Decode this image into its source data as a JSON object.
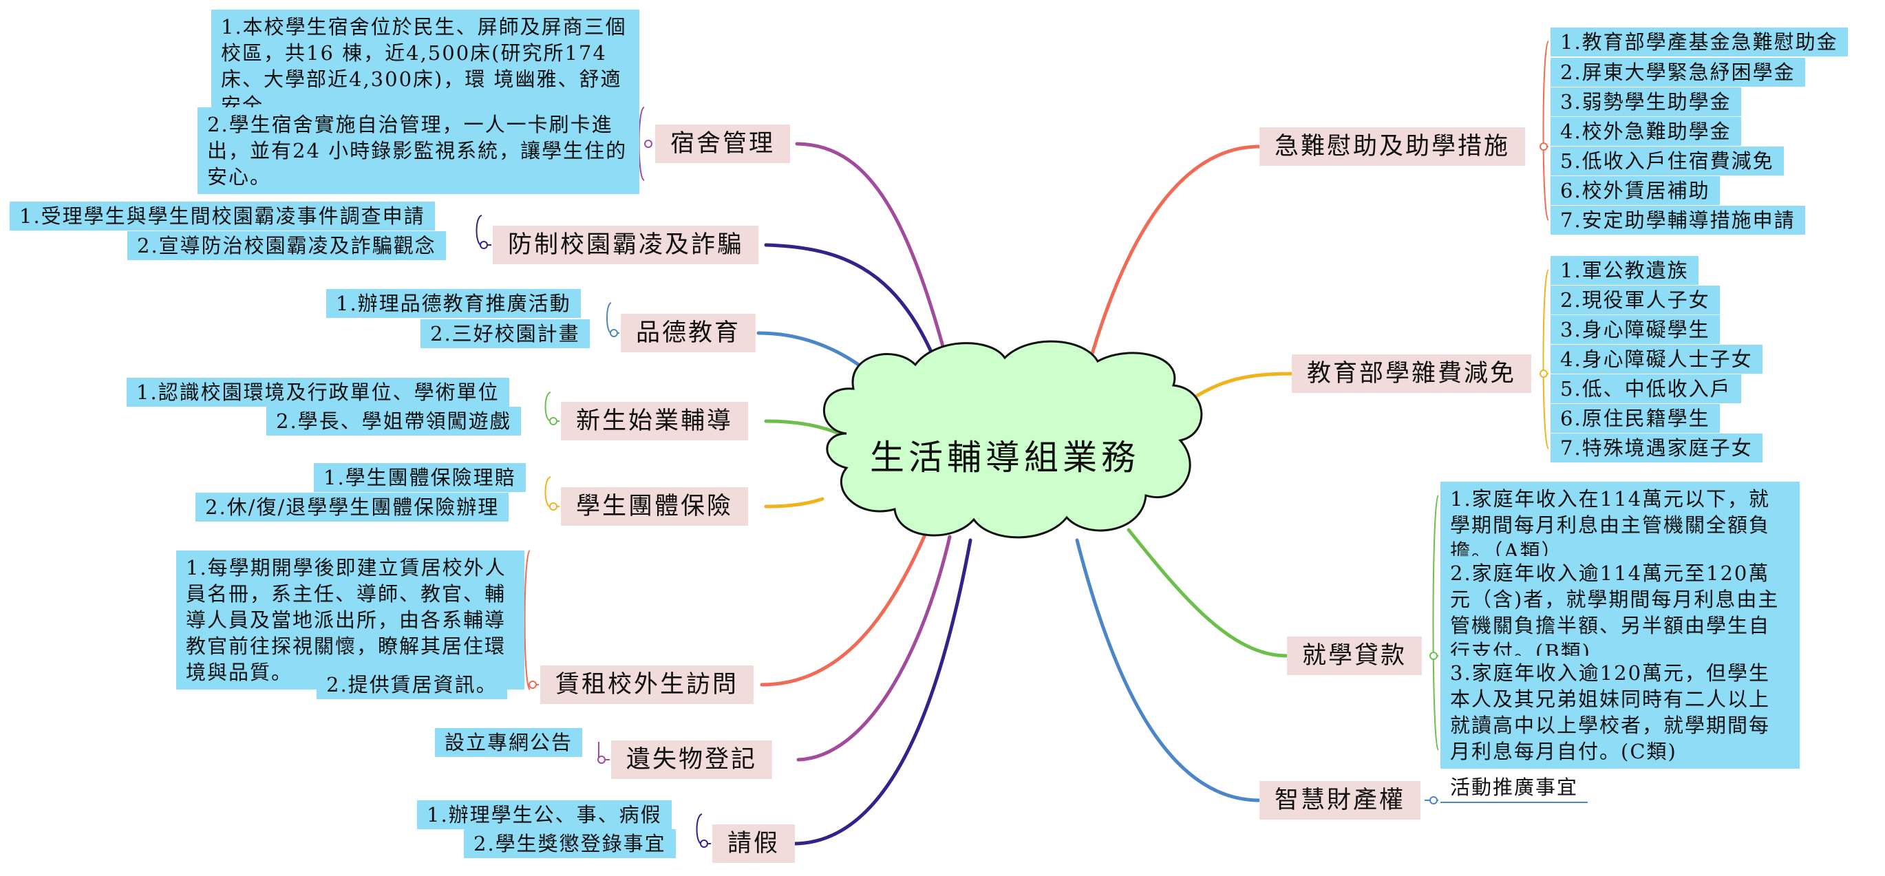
{
  "center": {
    "title": "生活輔導組業務"
  },
  "branches": [
    {
      "id": "dorm",
      "label": "宿舍管理",
      "color": "#a24a9b",
      "items": [
        "1.本校學生宿舍位於民生、屏師及屏商三個校區，共16 棟，近4,500床(研究所174床、大學部近4,300床)，環 境幽雅、舒適安全。",
        "2.學生宿舍實施自治管理，一人一卡刷卡進出，並有24 小時錄影監視系統，讓學生住的安心。"
      ]
    },
    {
      "id": "bully",
      "label": "防制校園霸凌及詐騙",
      "color": "#35218a",
      "items": [
        "1.受理學生與學生間校園霸凌事件調查申請",
        "2.宣導防治校園霸凌及詐騙觀念"
      ]
    },
    {
      "id": "moral",
      "label": "品德教育",
      "color": "#4a86c8",
      "items": [
        "1.辦理品德教育推廣活動",
        "2.三好校園計畫"
      ]
    },
    {
      "id": "freshman",
      "label": "新生始業輔導",
      "color": "#6cbf4b",
      "items": [
        "1.認識校園環境及行政單位、學術單位",
        "2.學長、學姐帶領闖遊戲"
      ]
    },
    {
      "id": "insurance",
      "label": "學生團體保險",
      "color": "#f2b21c",
      "items": [
        "1.學生團體保險理賠",
        "2.休/復/退學學生團體保險辦理"
      ]
    },
    {
      "id": "rental",
      "label": "賃租校外生訪問",
      "color": "#f06a55",
      "items": [
        "1.每學期開學後即建立賃居校外人員名冊，系主任、導師、教官、輔導人員及當地派出所，由各系輔導教官前往探視關懷，瞭解其居住環境與品質。",
        "2.提供賃居資訊。"
      ]
    },
    {
      "id": "lost",
      "label": "遺失物登記",
      "color": "#a24a9b",
      "items": [
        "設立專網公告"
      ]
    },
    {
      "id": "leave",
      "label": "請假",
      "color": "#35218a",
      "items": [
        "1.辦理學生公、事、病假",
        "2.學生獎懲登錄事宜"
      ]
    },
    {
      "id": "aid",
      "label": "急難慰助及助學措施",
      "color": "#f06a55",
      "items": [
        "1.教育部學產基金急難慰助金",
        "2.屏東大學緊急紓困學金",
        "3.弱勢學生助學金",
        "4.校外急難助學金",
        "5.低收入戶住宿費減免",
        "6.校外賃居補助",
        "7.安定助學輔導措施申請"
      ]
    },
    {
      "id": "fee",
      "label": "教育部學雜費減免",
      "color": "#f2b21c",
      "items": [
        "1.軍公教遺族",
        "2.現役軍人子女",
        "3.身心障礙學生",
        "4.身心障礙人士子女",
        "5.低、中低收入戶",
        "6.原住民籍學生",
        "7.特殊境遇家庭子女"
      ]
    },
    {
      "id": "loan",
      "label": "就學貸款",
      "color": "#6cbf4b",
      "items": [
        "1.家庭年收入在114萬元以下，就學期間每月利息由主管機關全額負擔。（A類）",
        "2.家庭年收入逾114萬元至120萬元（含)者，就學期間每月利息由主管機關負擔半額、另半額由學生自行支付。(B類)",
        "3.家庭年收入逾120萬元，但學生本人及其兄弟姐妹同時有二人以上就讀高中以上學校者，就學期間每月利息每月自付。(C類)"
      ]
    },
    {
      "id": "ip",
      "label": "智慧財產權",
      "color": "#4a86c8",
      "items": [
        "活動推廣事宜"
      ]
    }
  ]
}
